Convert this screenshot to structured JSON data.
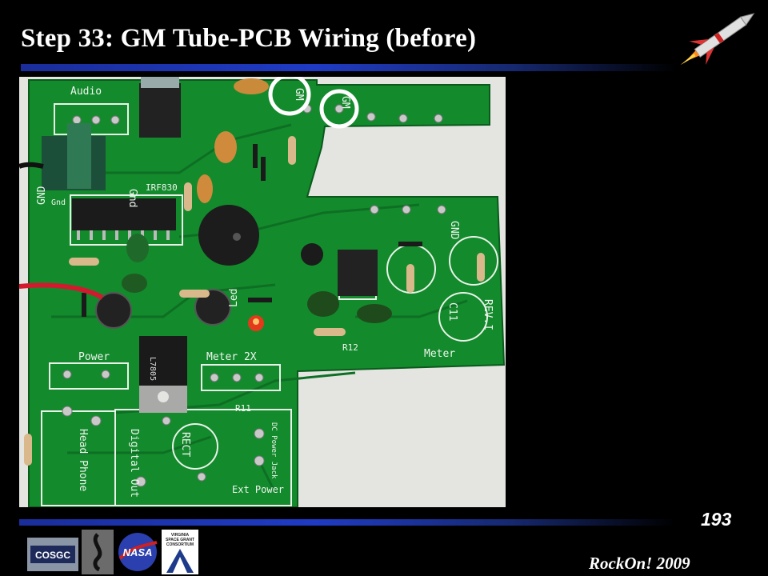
{
  "slide": {
    "title": "Step 33: GM Tube-PCB Wiring (before)",
    "page_number": "193",
    "footer": "RockOn! 2009"
  },
  "logos": {
    "cosgc": "COSGC",
    "nasa": "NASA",
    "vsgc_line1": "VIRGINIA",
    "vsgc_line2": "SPACE GRANT",
    "vsgc_line3": "CONSORTIUM"
  },
  "pcb_labels": {
    "audio": "Audio",
    "gm_left": "GM",
    "gm_right": "GM",
    "gnd_top": "Gnd",
    "gnd_left": "GND",
    "ggd": "Gnd",
    "irf": "IRF830",
    "gnd_right": "GND",
    "led": "Led",
    "power": "Power",
    "meter2x": "Meter 2X",
    "meter": "Meter",
    "rev": "REV.I",
    "c11": "C11",
    "r12": "R12",
    "r11": "R11",
    "headphone": "Head Phone",
    "digital": "Digital Out",
    "rect": "RECT",
    "dcjack": "DC Power Jack",
    "extpower": "Ext Power",
    "reg": "L7805"
  },
  "colors": {
    "pcb_green": "#138a2c",
    "highlight_circle": "#ffffff",
    "title_bar": "#1f3bc4"
  }
}
